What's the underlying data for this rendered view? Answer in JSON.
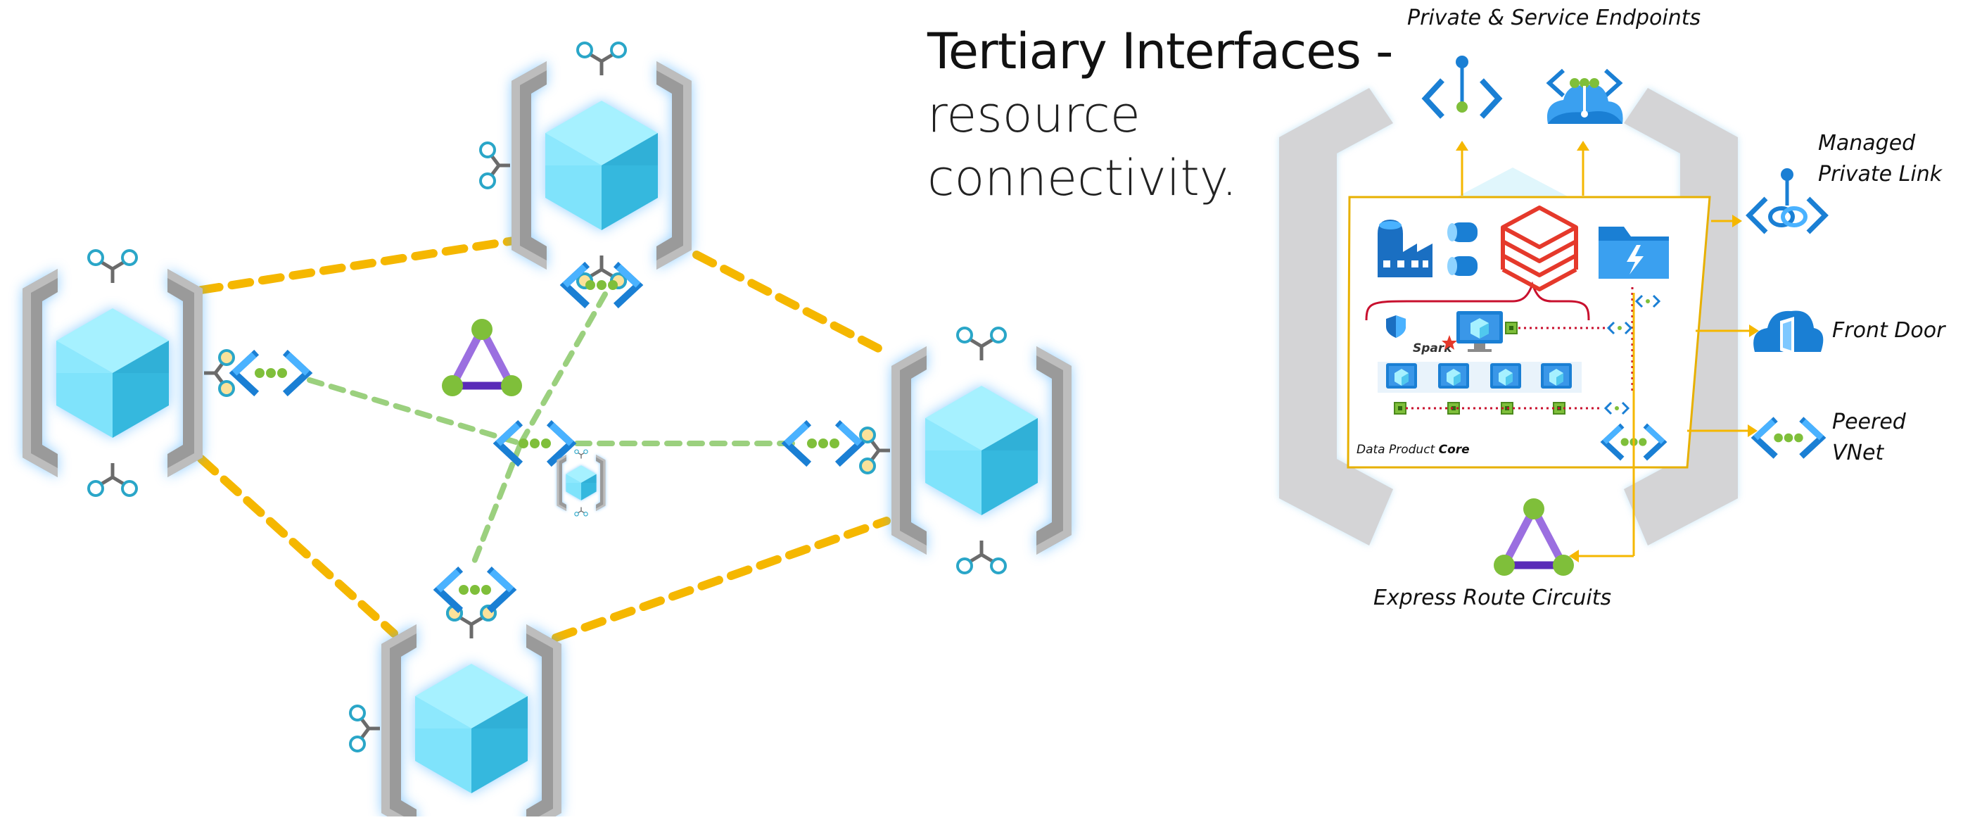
{
  "title": {
    "line1": "Tertiary Interfaces -",
    "line2": "resource",
    "line3": "connectivity."
  },
  "labels": {
    "private_service_endpoints": "Private & Service Endpoints",
    "managed_private_link_1": "Managed",
    "managed_private_link_2": "Private Link",
    "front_door": "Front Door",
    "peered_vnet_1": "Peered",
    "peered_vnet_2": "VNet",
    "express_route": "Express Route Circuits",
    "data_product_prefix": "Data Product ",
    "data_product_bold": "Core",
    "spark": "Spark"
  },
  "colors": {
    "orange_dashed": "#f5b700",
    "green_dashed": "#9bd07e",
    "cube_light": "#7fe3fb",
    "cube_dark": "#35b8de",
    "bracket_gray": "#9a9a9a",
    "connector_teal": "#2aa6c8",
    "arrow_blue": "#1a7fd4",
    "dot_green": "#7fbf3a",
    "triangle_purple": "#9b6fe0",
    "core_border": "#e7b000",
    "databricks_red": "#e5392b",
    "dotted_red": "#c8102e"
  },
  "icons": [
    "vnet-icon",
    "expressroute-icon",
    "cube-icon",
    "private-endpoint-icon",
    "service-endpoint-cloud-icon",
    "private-link-icon",
    "front-door-icon",
    "data-factory-icon",
    "databricks-icon",
    "storage-lake-icon",
    "defender-shield-icon",
    "spark-icon",
    "vm-icon"
  ]
}
